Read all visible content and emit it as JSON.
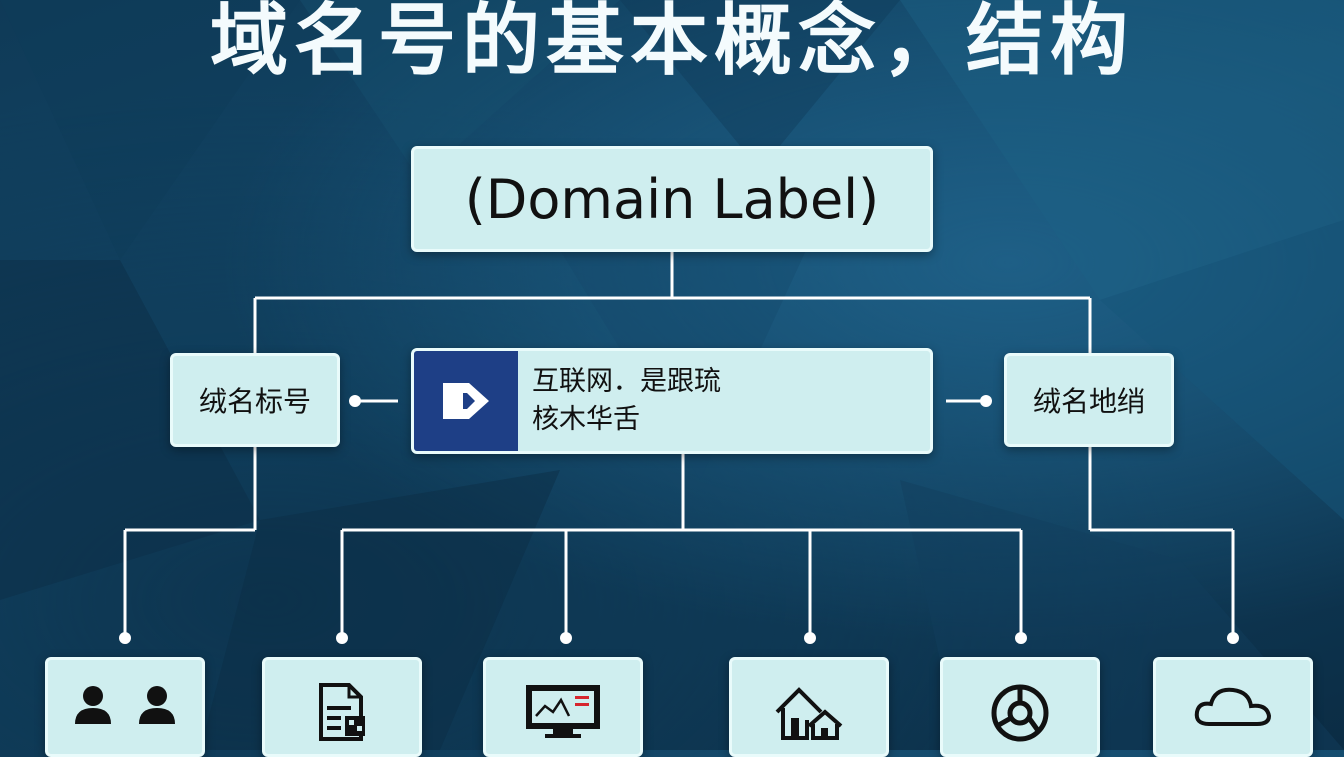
{
  "title": "域名号的基本概念，结构",
  "root": {
    "label": "(Domain Label)"
  },
  "left": {
    "label": "绒名标号"
  },
  "right": {
    "label": "绒名地绡"
  },
  "center": {
    "line1": "互联网．是跟琉",
    "line2": "核木华舌",
    "icon": "forward-arrow-icon"
  },
  "leaves": [
    {
      "icon": "users-icon"
    },
    {
      "icon": "document-icon"
    },
    {
      "icon": "monitor-chart-icon"
    },
    {
      "icon": "houses-icon"
    },
    {
      "icon": "browser-globe-icon"
    },
    {
      "icon": "cloud-icon"
    }
  ],
  "colors": {
    "box_fill": "#cfeeef",
    "icon_panel": "#1e3f86",
    "connector": "#ffffff",
    "title": "#f4fbfd"
  }
}
